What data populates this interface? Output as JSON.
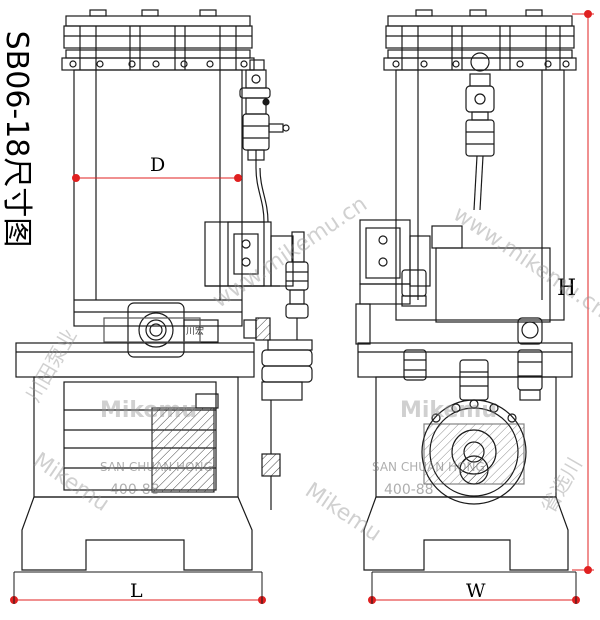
{
  "title": "SB06-18尺寸图",
  "dimension_labels": {
    "depth": "D",
    "height": "H",
    "length": "L",
    "width": "W"
  },
  "watermarks": {
    "brand": "Mikemu",
    "site": "www.mikemu.cn",
    "company_pinyin": "SAN CHUAN HONG",
    "phone": "400-88",
    "cn_left": "川田泵业",
    "cn_right": "省选川"
  },
  "nameplate_text": "川宏",
  "colors": {
    "line": "#1a1a1a",
    "dimension": "#e02020",
    "watermark": "#9a9a9a"
  }
}
